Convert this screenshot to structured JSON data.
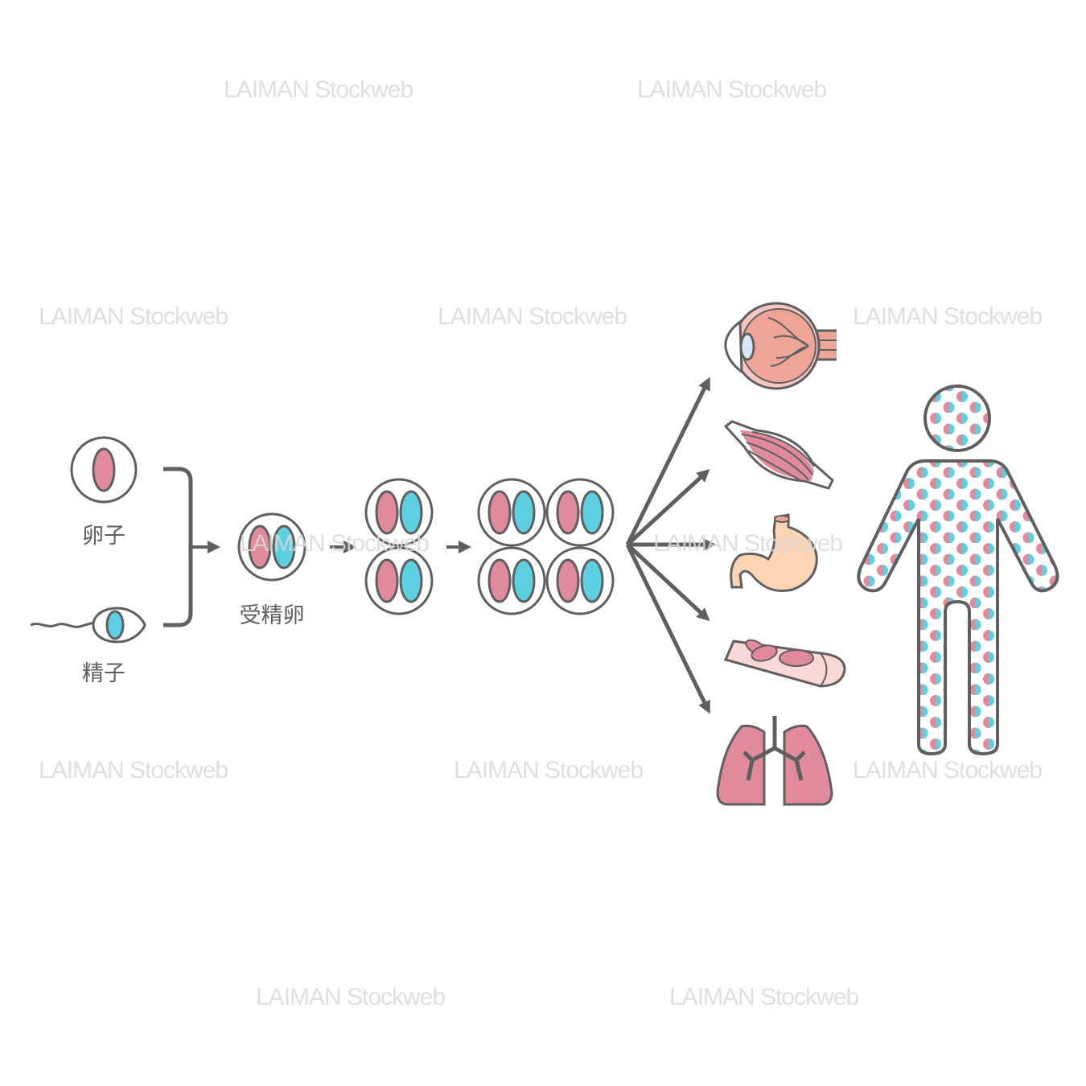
{
  "labels": {
    "egg": "卵子",
    "sperm": "精子",
    "zygote": "受精卵"
  },
  "watermark": {
    "text": "LAIMAN Stockweb"
  },
  "colors": {
    "stroke": "#5f5f5f",
    "maternal": "#e08a9c",
    "paternal": "#5ccfe0",
    "eye": "#eea597",
    "stomach": "#fdd5b5",
    "vessel": "#f9d8d5"
  }
}
